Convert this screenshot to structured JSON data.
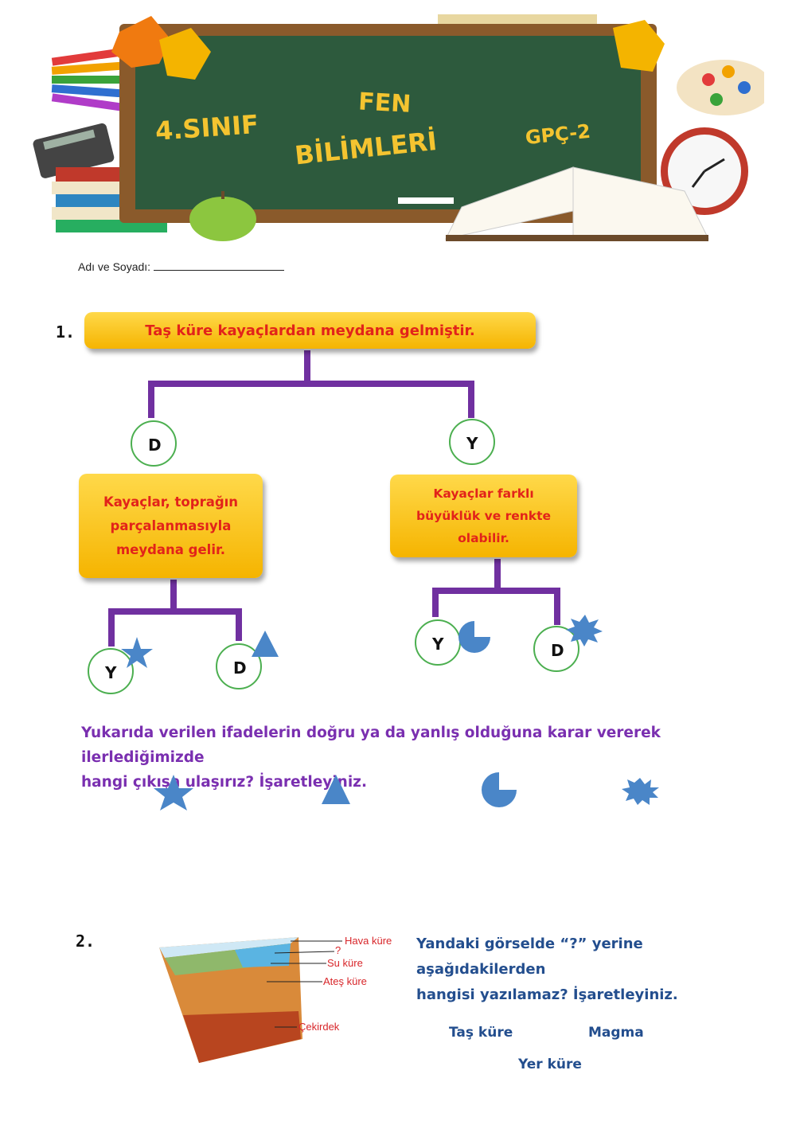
{
  "header": {
    "grade": "4.SINIF",
    "subject_line1": "FEN",
    "subject_line2": "BİLİMLERİ",
    "code": "GPÇ-2"
  },
  "student": {
    "name_label": "Adı ve Soyadı:"
  },
  "q1": {
    "number": "1.",
    "root_statement": "Taş küre kayaçlardan meydana gelmiştir.",
    "left_branch": "D",
    "right_branch": "Y",
    "left_statement": [
      "Kayaçlar, toprağın",
      "parçalanmasıyla",
      "meydana gelir."
    ],
    "right_statement": [
      "Kayaçlar farklı",
      "büyüklük ve renkte",
      "olabilir."
    ],
    "left_sub": [
      "Y",
      "D"
    ],
    "right_sub": [
      "Y",
      "D"
    ],
    "question_line1": "Yukarıda verilen ifadelerin doğru ya da yanlış olduğuna karar vererek ilerlediğimizde",
    "question_line2": "hangi çıkışa ulaşırız? İşaretleyiniz.",
    "options": [
      "star-icon",
      "triangle-icon",
      "pie-icon",
      "burst-icon"
    ],
    "colors": {
      "tree": "#7030a0",
      "circle": "#4caf50",
      "shape": "#4a86c8"
    }
  },
  "q2": {
    "number": "2.",
    "diagram_labels": [
      "Hava küre",
      "?",
      "Su küre",
      "Ateş küre",
      "Çekirdek"
    ],
    "question_line1": "Yandaki görselde “?” yerine aşağıdakilerden",
    "question_line2": "hangisi yazılamaz? İşaretleyiniz.",
    "options": [
      "Taş küre",
      "Magma",
      "Yer küre"
    ]
  }
}
